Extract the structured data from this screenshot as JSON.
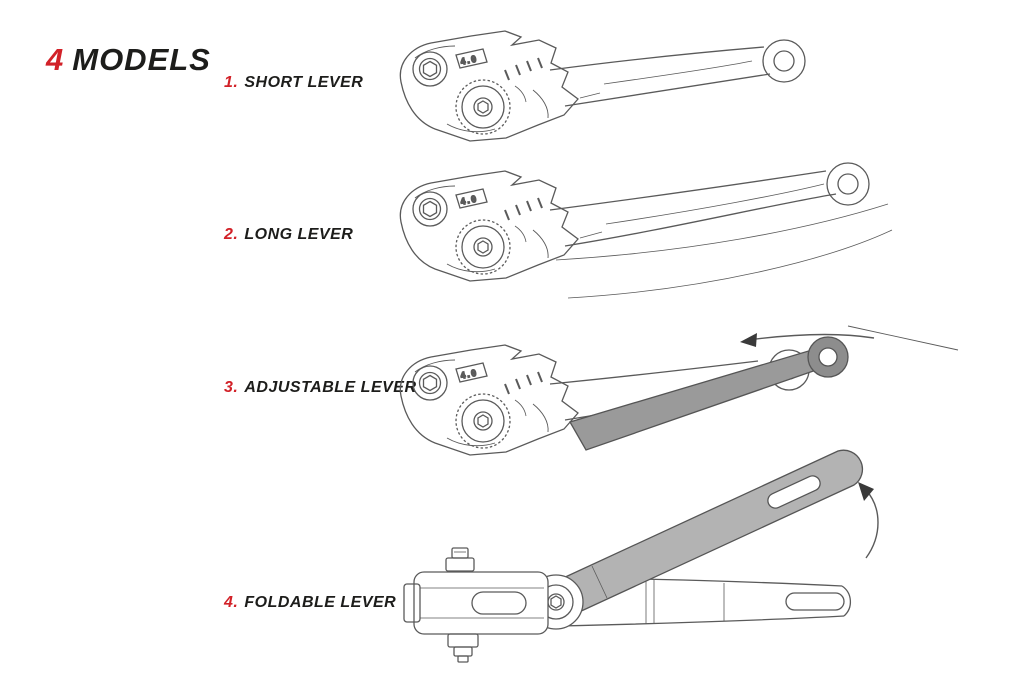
{
  "title": {
    "number": "4",
    "word": "MODELS"
  },
  "models": [
    {
      "number": "1.",
      "label": "SHORT LEVER"
    },
    {
      "number": "2.",
      "label": "LONG LEVER"
    },
    {
      "number": "3.",
      "label": "ADJUSTABLE LEVER"
    },
    {
      "number": "4.",
      "label": "FOLDABLE LEVER"
    }
  ],
  "drawing": {
    "dial_value": "4.0"
  },
  "colors": {
    "accent_red": "#d22128",
    "ink": "#1d1d1b",
    "line_gray": "#5a5a5a",
    "shade_gray": "#9a9a9a"
  }
}
